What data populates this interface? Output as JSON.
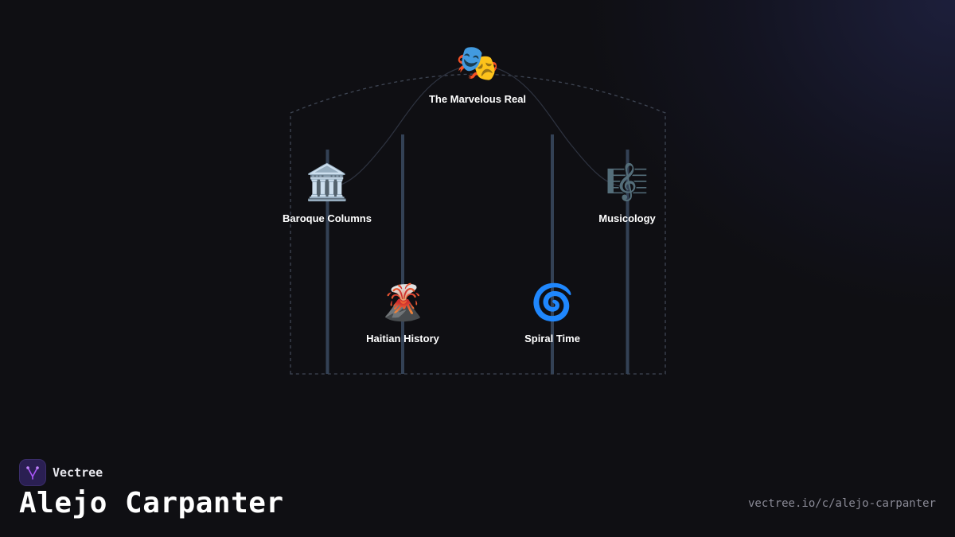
{
  "diagram": {
    "nodes": [
      {
        "id": "root",
        "label": "The Marvelous Real",
        "icon": "🎭",
        "icon_name": "performing-arts-icon"
      },
      {
        "id": "baroque",
        "label": "Baroque Columns",
        "icon": "🏛️",
        "icon_name": "classical-building-icon"
      },
      {
        "id": "musicology",
        "label": "Musicology",
        "icon": "🎼",
        "icon_name": "musical-score-icon"
      },
      {
        "id": "haitian",
        "label": "Haitian History",
        "icon": "🌋",
        "icon_name": "volcano-icon"
      },
      {
        "id": "spiral",
        "label": "Spiral Time",
        "icon": "🌀",
        "icon_name": "cyclone-icon"
      }
    ],
    "edges": [
      {
        "from": "root",
        "to": "baroque"
      },
      {
        "from": "root",
        "to": "musicology"
      }
    ],
    "colors": {
      "background": "#0f0f13",
      "pillar": "#334155",
      "dashed_outline": "#3f4654",
      "edge": "#2e3340"
    }
  },
  "brand": {
    "name": "Vectree",
    "logo_icon": "vectree-logo-icon",
    "accent": "#a855f7"
  },
  "page": {
    "title": "Alejo Carpanter",
    "url": "vectree.io/c/alejo-carpanter"
  }
}
